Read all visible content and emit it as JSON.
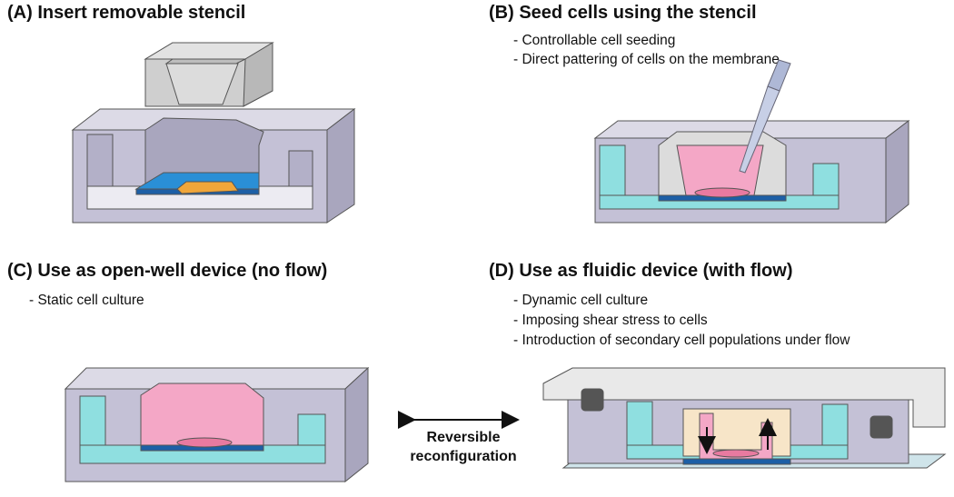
{
  "panels": {
    "a": {
      "title": "(A) Insert removable stencil",
      "bullets": []
    },
    "b": {
      "title": "(B) Seed cells using the stencil",
      "bullets": [
        "- Controllable cell seeding",
        "- Direct pattering of cells on the membrane"
      ]
    },
    "c": {
      "title": "(C) Use as open-well device (no flow)",
      "bullets": [
        "- Static cell culture"
      ]
    },
    "d": {
      "title": "(D) Use as fluidic device (with flow)",
      "bullets": [
        "- Dynamic cell culture",
        "- Imposing shear stress to cells",
        "- Introduction of secondary cell populations under flow"
      ]
    }
  },
  "reversible": {
    "line1": "Reversible",
    "line2": "reconfiguration"
  },
  "colors": {
    "chip_front": "#c4c1d6",
    "chip_top": "#dcdae6",
    "chip_inner": "#a9a6be",
    "stencil": "#cfcfcf",
    "membrane_blue": "#2a8fd6",
    "membrane_dark": "#1d5fa6",
    "cells_orange": "#f0a63a",
    "medium_cyan": "#8fdfe0",
    "pink": "#f4a7c6",
    "cells_pink": "#e87aa0",
    "peach": "#f7e5c8"
  }
}
